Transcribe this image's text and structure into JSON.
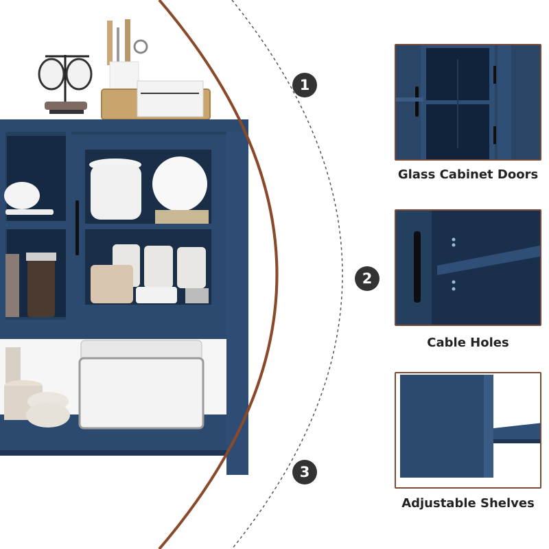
{
  "features": [
    {
      "marker": "1",
      "label": "Glass Cabinet Doors"
    },
    {
      "marker": "2",
      "label": "Cable Holes"
    },
    {
      "marker": "3",
      "label": "Adjustable Shelves"
    }
  ],
  "colors": {
    "cabinet_blue": "#2c4a70",
    "cabinet_dark": "#1d3350",
    "arc_brown": "#8a4a2a",
    "dashed_line": "#555555",
    "marker_fill": "#333333"
  }
}
